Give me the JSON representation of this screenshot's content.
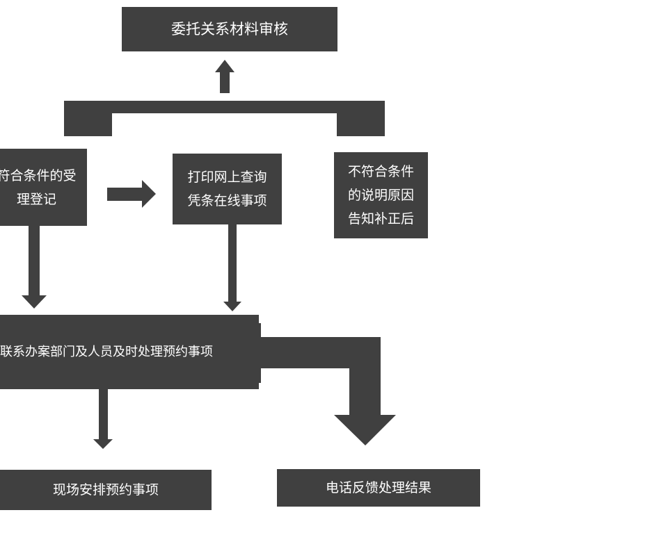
{
  "diagram": {
    "colors": {
      "box_fill": "#404040",
      "text": "#ffffff",
      "background": "#ffffff"
    },
    "nodes": {
      "top": {
        "text": "委托关系材料审核"
      },
      "qualified": {
        "lines": [
          "符合条件的受",
          "理登记"
        ]
      },
      "print": {
        "lines": [
          "打印网上查询",
          "凭条在线事项"
        ]
      },
      "unqualified": {
        "lines": [
          "不符合条件",
          "的说明原因",
          "告知补正后"
        ]
      },
      "contact": {
        "text": "联系办案部门及人员及时处理预约事项"
      },
      "onsite": {
        "text": "现场安排预约事项"
      },
      "phone": {
        "text": "电话反馈处理结果"
      }
    }
  }
}
